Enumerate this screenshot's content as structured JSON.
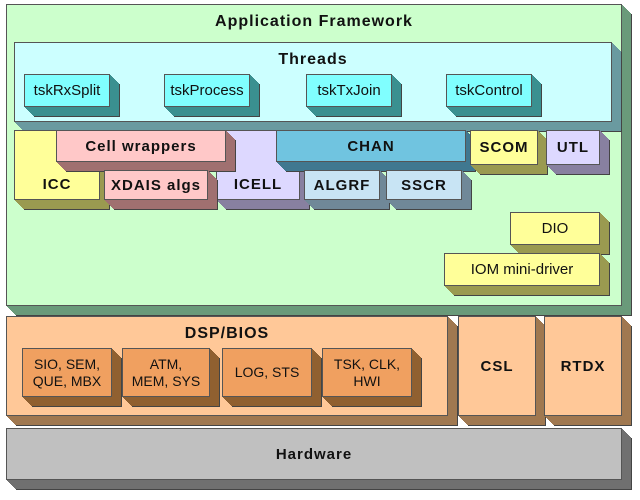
{
  "app_framework": {
    "title": "Application Framework",
    "color": "#ccffcc"
  },
  "threads": {
    "title": "Threads",
    "items": [
      "tskRxSplit",
      "tskProcess",
      "tskTxJoin",
      "tskControl"
    ]
  },
  "modules": {
    "icc": "ICC",
    "cell_wrappers": "Cell wrappers",
    "xdais": "XDAIS algs",
    "icell": "ICELL",
    "chan": "CHAN",
    "algrf": "ALGRF",
    "sscr": "SSCR",
    "scom": "SCOM",
    "utl": "UTL",
    "dio": "DIO",
    "iom": "IOM mini-driver"
  },
  "dsp_bios": {
    "title": "DSP/BIOS",
    "items": [
      "SIO, SEM,\nQUE, MBX",
      "ATM,\nMEM, SYS",
      "LOG, STS",
      "TSK, CLK,\nHWI"
    ]
  },
  "csl": "CSL",
  "rtdx": "RTDX",
  "hardware": "Hardware"
}
